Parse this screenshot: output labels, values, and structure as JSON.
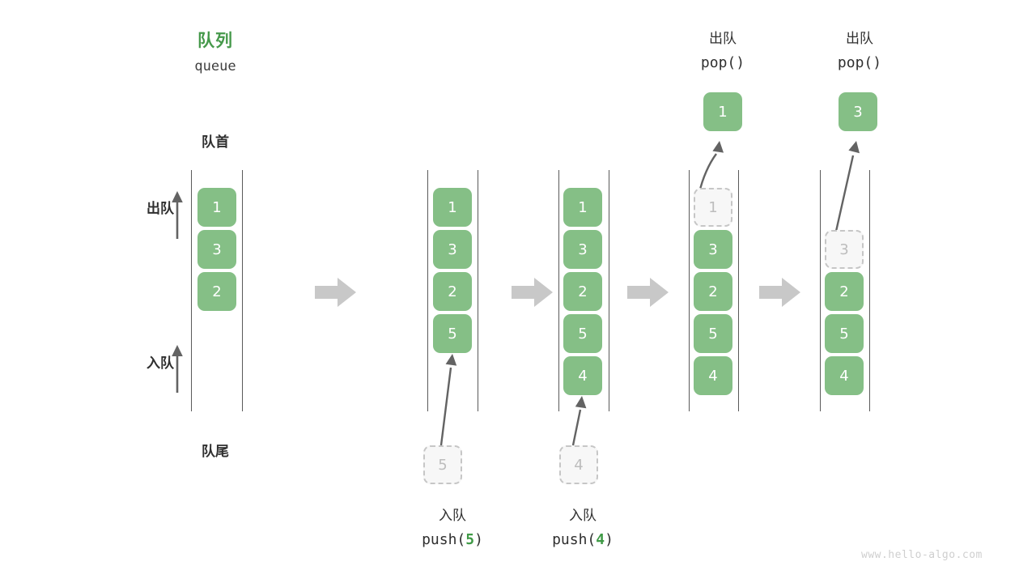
{
  "meta": {
    "watermark": "www.hello-algo.com",
    "colors": {
      "cell_green": "#85bf86",
      "title_green": "#46994b",
      "ghost_fill": "#f7f7f7",
      "ghost_border": "#c6c6c6",
      "ghost_text": "#bdbdbd",
      "rail": "#5a5a5a",
      "arrow_gray": "#636363",
      "flow_arrow_gray": "#c8c8c8",
      "text_dark": "#2f2f2f",
      "watermark_gray": "#cfcfcf"
    }
  },
  "header": {
    "title_cn": "队列",
    "title_en": "queue",
    "front_label": "队首",
    "rear_label": "队尾"
  },
  "direction_labels": {
    "dequeue": "出队",
    "enqueue": "入队"
  },
  "columns": [
    {
      "id": "initial",
      "cells": [
        "1",
        "3",
        "2"
      ],
      "ghost_index": -1,
      "caption_cn": "",
      "caption_code_prefix": "",
      "caption_code_arg": "",
      "caption_code_suffix": "",
      "header_cn": "",
      "header_code": "",
      "result_cell": "",
      "input_ghost": ""
    },
    {
      "id": "push-5",
      "cells": [
        "1",
        "3",
        "2",
        "5"
      ],
      "ghost_index": -1,
      "caption_cn": "入队",
      "caption_code_prefix": "push(",
      "caption_code_arg": "5",
      "caption_code_suffix": ")",
      "header_cn": "",
      "header_code": "",
      "result_cell": "",
      "input_ghost": "5"
    },
    {
      "id": "push-4",
      "cells": [
        "1",
        "3",
        "2",
        "5",
        "4"
      ],
      "ghost_index": -1,
      "caption_cn": "入队",
      "caption_code_prefix": "push(",
      "caption_code_arg": "4",
      "caption_code_suffix": ")",
      "header_cn": "",
      "header_code": "",
      "result_cell": "",
      "input_ghost": "4"
    },
    {
      "id": "pop-1",
      "cells": [
        "1",
        "3",
        "2",
        "5",
        "4"
      ],
      "ghost_index": 0,
      "caption_cn": "",
      "caption_code_prefix": "",
      "caption_code_arg": "",
      "caption_code_suffix": "",
      "header_cn": "出队",
      "header_code": "pop()",
      "result_cell": "1",
      "input_ghost": ""
    },
    {
      "id": "pop-3",
      "cells": [
        "3",
        "2",
        "5",
        "4"
      ],
      "ghost_index": 0,
      "caption_cn": "",
      "caption_code_prefix": "",
      "caption_code_arg": "",
      "caption_code_suffix": "",
      "header_cn": "出队",
      "header_code": "pop()",
      "result_cell": "3",
      "input_ghost": ""
    }
  ]
}
